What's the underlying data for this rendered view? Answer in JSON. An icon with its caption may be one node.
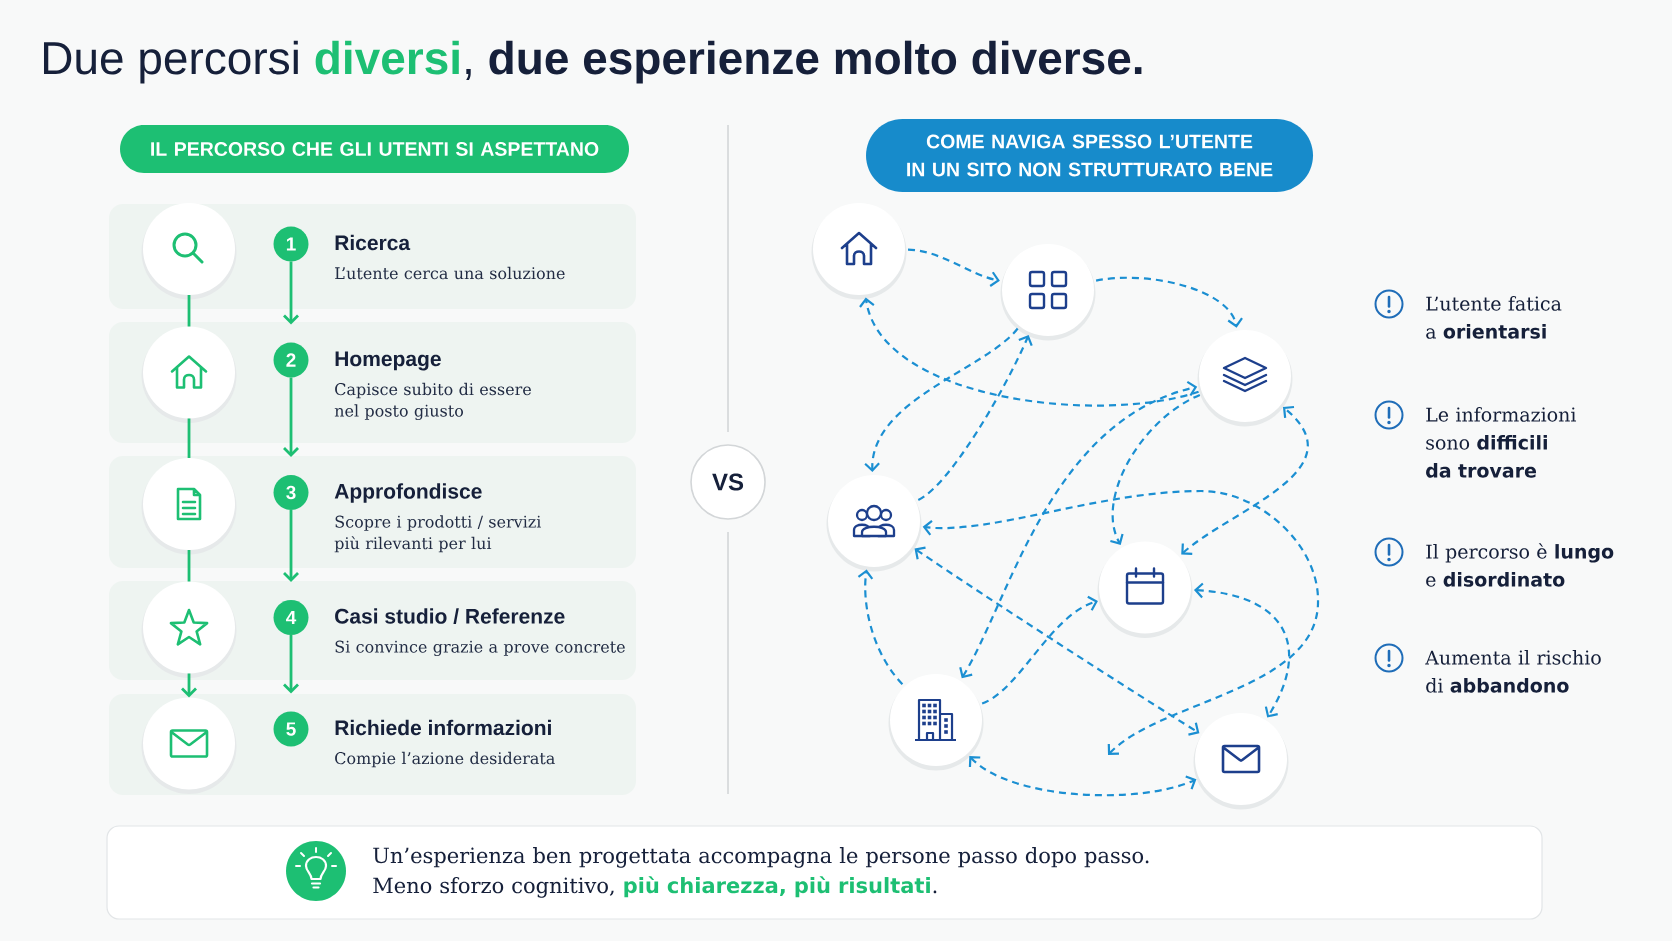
{
  "diagram": {
    "title": "Due percorsi **diversi**, **due esperienze molto diverse.**",
    "nodes": [
      {
        "text": [
          "IL PERCORSO CHE GLI UTENTI SI ASPETTANO"
        ]
      },
      {
        "text": [
          "Ricerca",
          "L’utente cerca una soluzione"
        ]
      },
      {
        "text": [],
        "shape": "circle",
        "in": 1
      },
      {
        "text": [
          "1"
        ],
        "in": 1
      },
      {
        "text": [
          "Homepage",
          "Capisce subito di essere nel posto giusto"
        ]
      },
      {
        "text": [],
        "shape": "circle",
        "in": 4
      },
      {
        "text": [
          "2"
        ],
        "in": 4
      },
      {
        "text": [
          "Approfondisce",
          "Scopre i prodotti / servizi più rilevanti per lui"
        ]
      },
      {
        "text": [],
        "shape": "circle",
        "in": 7
      },
      {
        "text": [
          "3"
        ],
        "in": 7
      },
      {
        "text": [
          "Casi studio / Referenze",
          "Si convince grazie a prove concrete"
        ]
      },
      {
        "text": [],
        "shape": "circle",
        "in": 10
      },
      {
        "text": [
          "4"
        ],
        "in": 10
      },
      {
        "text": [
          "Richiede informazioni",
          "Compie l’azione desiderata"
        ]
      },
      {
        "text": [],
        "shape": "circle",
        "in": 13
      },
      {
        "text": [
          "5"
        ],
        "in": 13
      },
      {
        "text": [
          "VS"
        ]
      },
      {
        "text": [
          "COME NAVIGA SPESSO L’UTENTE IN UN SITO NON STRUTTURATO BENE"
        ]
      },
      {
        "text": [],
        "shape": "circle"
      },
      {
        "text": [],
        "shape": "circle"
      },
      {
        "text": [],
        "shape": "circle"
      },
      {
        "text": [],
        "shape": "circle"
      },
      {
        "text": [],
        "shape": "circle"
      },
      {
        "text": [],
        "shape": "circle"
      },
      {
        "text": [],
        "shape": "circle"
      },
      {
        "text": [
          "Un’esperienza ben progettata accompagna le persone passo dopo passo. Meno sforzo cognitivo, **più chiarezza, più risultati**."
        ]
      }
    ],
    "edges": [
      {
        "from": 2,
        "to": 5,
        "arrow": "none",
        "color": "#1dbf73"
      },
      {
        "from": 5,
        "to": 8,
        "arrow": "none",
        "color": "#1dbf73"
      },
      {
        "from": 8,
        "to": 11,
        "arrow": "none",
        "color": "#1dbf73"
      },
      {
        "from": 11,
        "to": 14,
        "arrow": "to",
        "color": "#1dbf73"
      },
      {
        "from": 3,
        "to": 6,
        "arrow": "to",
        "color": "#1dbf73"
      },
      {
        "from": 6,
        "to": 9,
        "arrow": "to",
        "color": "#1dbf73"
      },
      {
        "from": 9,
        "to": 12,
        "arrow": "to",
        "color": "#1dbf73"
      },
      {
        "from": 12,
        "to": 15,
        "arrow": "to",
        "color": "#1dbf73"
      },
      {
        "from": 18,
        "to": 19,
        "arrow": "to",
        "style": "dashed"
      },
      {
        "from": 19,
        "to": 20,
        "arrow": "to",
        "style": "dashed"
      },
      {
        "from": 20,
        "to": 18,
        "arrow": "to",
        "style": "dashed"
      },
      {
        "from": 20,
        "to": 22,
        "arrow": "to",
        "style": "dashed"
      },
      {
        "from": 19,
        "to": 21,
        "arrow": "to",
        "style": "dashed"
      },
      {
        "from": 21,
        "to": 19,
        "arrow": "to",
        "style": "dashed"
      },
      {
        "from": 23,
        "to": 20,
        "arrow": "both",
        "style": "dashed"
      },
      {
        "from": 22,
        "to": 20,
        "arrow": "both",
        "style": "dashed"
      },
      {
        "from": null,
        "to": 21,
        "arrow": "both",
        "style": "dashed"
      },
      {
        "from": 21,
        "to": 24,
        "arrow": "both",
        "style": "dashed"
      },
      {
        "from": 23,
        "to": 21,
        "arrow": "to",
        "style": "dashed"
      },
      {
        "from": 23,
        "to": 22,
        "arrow": "to",
        "style": "dashed"
      },
      {
        "from": 22,
        "to": 24,
        "arrow": "both",
        "style": "dashed"
      },
      {
        "from": 23,
        "to": 24,
        "arrow": "both",
        "style": "dashed"
      }
    ],
    "labels": [
      "L’utente fatica a **orientarsi**",
      "Le informazioni sono **difficili da trovare**",
      "Il percorso è **lungo** e **disordinato**",
      "Aumenta il rischio di **abbandono**"
    ]
  }
}
